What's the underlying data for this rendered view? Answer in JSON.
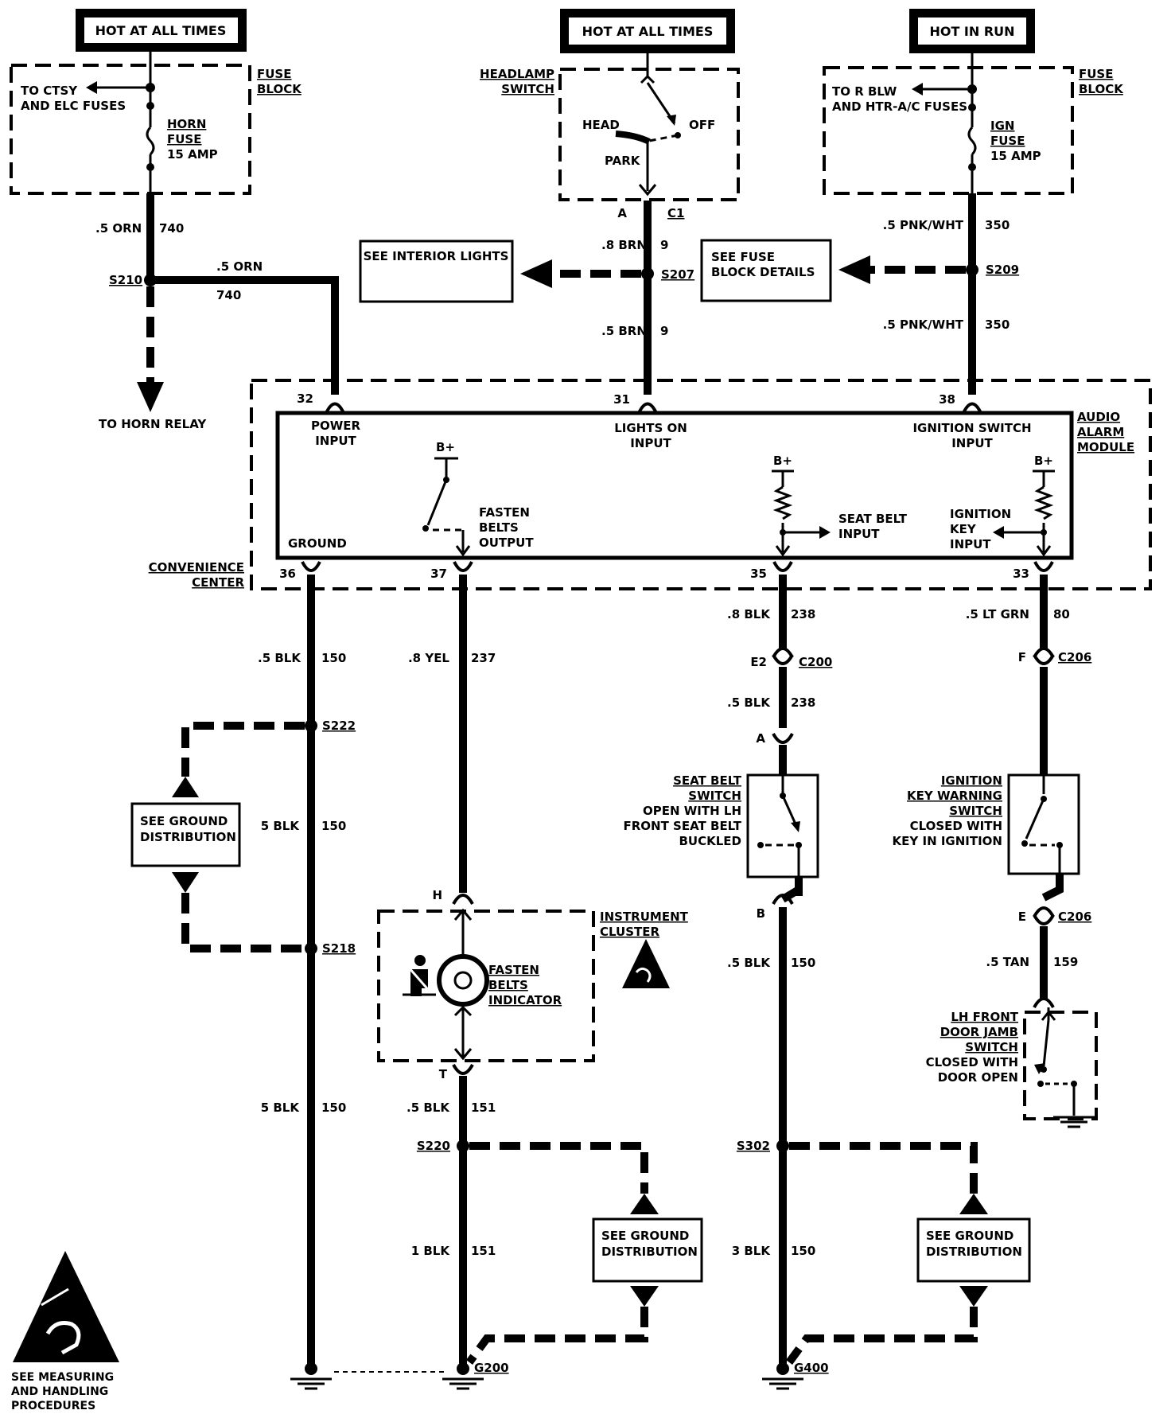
{
  "power": {
    "hot_at_all_times_left": "HOT AT ALL TIMES",
    "hot_at_all_times_center": "HOT AT ALL TIMES",
    "hot_in_run": "HOT IN RUN"
  },
  "fuse_block_left": {
    "title_1": "FUSE",
    "title_2": "BLOCK",
    "to_text_1": "TO CTSY",
    "to_text_2": "AND ELC FUSES",
    "fuse_name_1": "HORN",
    "fuse_name_2": "FUSE",
    "fuse_rating": "15 AMP"
  },
  "fuse_block_right": {
    "title_1": "FUSE",
    "title_2": "BLOCK",
    "to_text_1": "TO R BLW",
    "to_text_2": "AND HTR-A/C FUSES",
    "fuse_name_1": "IGN",
    "fuse_name_2": "FUSE",
    "fuse_rating": "15 AMP"
  },
  "headlamp_switch": {
    "title_1": "HEADLAMP",
    "title_2": "SWITCH",
    "head": "HEAD",
    "off": "OFF",
    "park": "PARK",
    "pin": "A",
    "connector": "C1"
  },
  "wires": {
    "w740_gauge": ".5 ORN",
    "w740_circuit": "740",
    "w740b_gauge": ".5 ORN",
    "w740b_circuit": "740",
    "w9a_gauge": ".8 BRN",
    "w9a_circuit": "9",
    "w9b_gauge": ".5 BRN",
    "w9b_circuit": "9",
    "w350a_gauge": ".5 PNK/WHT",
    "w350a_circuit": "350",
    "w350b_gauge": ".5 PNK/WHT",
    "w350b_circuit": "350",
    "w150a_gauge": ".5 BLK",
    "w150a_circuit": "150",
    "w150b_gauge": "5 BLK",
    "w150b_circuit": "150",
    "w150c_gauge": "5 BLK",
    "w150c_circuit": "150",
    "w237_gauge": ".8 YEL",
    "w237_circuit": "237",
    "w238a_gauge": ".8 BLK",
    "w238a_circuit": "238",
    "w238b_gauge": ".5 BLK",
    "w238b_circuit": "238",
    "w80_gauge": ".5 LT GRN",
    "w80_circuit": "80",
    "w150d_gauge": ".5 BLK",
    "w150d_circuit": "150",
    "w159_gauge": ".5 TAN",
    "w159_circuit": "159",
    "w151a_gauge": ".5 BLK",
    "w151a_circuit": "151",
    "w151b_gauge": "1 BLK",
    "w151b_circuit": "151",
    "w150e_gauge": "3 BLK",
    "w150e_circuit": "150"
  },
  "splices": {
    "s210": "S210",
    "s207": "S207",
    "s209": "S209",
    "s222": "S222",
    "s218": "S218",
    "s220": "S220",
    "s302": "S302"
  },
  "refs": {
    "interior_lights": "SEE INTERIOR LIGHTS",
    "fuse_block_details_1": "SEE FUSE",
    "fuse_block_details_2": "BLOCK DETAILS",
    "ground_dist_1": "SEE GROUND",
    "ground_dist_2": "DISTRIBUTION",
    "to_horn_relay": "TO HORN RELAY"
  },
  "module": {
    "title_1": "AUDIO",
    "title_2": "ALARM",
    "title_3": "MODULE",
    "center_1": "CONVENIENCE",
    "center_2": "CENTER",
    "power_input_1": "POWER",
    "power_input_2": "INPUT",
    "lights_on_1": "LIGHTS ON",
    "lights_on_2": "INPUT",
    "ign_switch_1": "IGNITION SWITCH",
    "ign_switch_2": "INPUT",
    "ground": "GROUND",
    "fasten_1": "FASTEN",
    "fasten_2": "BELTS",
    "fasten_3": "OUTPUT",
    "seat_belt_1": "SEAT BELT",
    "seat_belt_2": "INPUT",
    "ign_key_1": "IGNITION",
    "ign_key_2": "KEY",
    "ign_key_3": "INPUT",
    "bplus": "B+",
    "pin_32": "32",
    "pin_31": "31",
    "pin_38": "38",
    "pin_36": "36",
    "pin_37": "37",
    "pin_35": "35",
    "pin_33": "33"
  },
  "connectors": {
    "c200": "C200",
    "c200_pin": "E2",
    "c200_pin_a": "A",
    "c200_pin_b": "B",
    "c206_top": "C206",
    "c206_pin_f": "F",
    "c206_bottom": "C206",
    "c206_pin_e": "E",
    "cluster_pin_h": "H",
    "cluster_pin_t": "T"
  },
  "seat_belt_switch": {
    "line_1": "SEAT BELT",
    "line_2": "SWITCH",
    "line_3": "OPEN WITH LH",
    "line_4": "FRONT SEAT BELT",
    "line_5": "BUCKLED"
  },
  "ign_key_switch": {
    "line_1": "IGNITION",
    "line_2": "KEY WARNING",
    "line_3": "SWITCH",
    "line_4": "CLOSED WITH",
    "line_5": "KEY IN IGNITION"
  },
  "door_jamb_switch": {
    "line_1": "LH FRONT",
    "line_2": "DOOR JAMB",
    "line_3": "SWITCH",
    "line_4": "CLOSED WITH",
    "line_5": "DOOR OPEN"
  },
  "instrument_cluster": {
    "title_1": "INSTRUMENT",
    "title_2": "CLUSTER",
    "ind_1": "FASTEN",
    "ind_2": "BELTS",
    "ind_3": "INDICATOR"
  },
  "grounds": {
    "g200": "G200",
    "g400": "G400"
  },
  "esd": {
    "line_1": "SEE MEASURING",
    "line_2": "AND HANDLING",
    "line_3": "PROCEDURES"
  }
}
